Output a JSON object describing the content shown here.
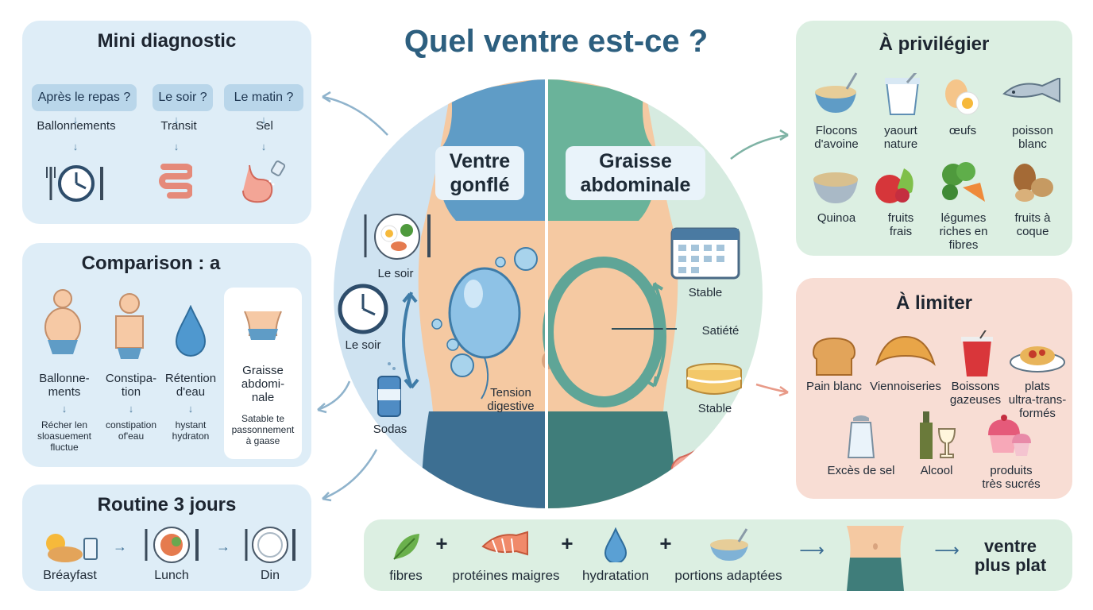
{
  "title": "Quel ventre est-ce ?",
  "diagnostic": {
    "title": "Mini diagnostic",
    "columns": [
      {
        "question": "Après le repas ?",
        "answer": "Ballonnements",
        "icon": "clock-cutlery-icon"
      },
      {
        "question": "Le soir ?",
        "answer": "Transit",
        "icon": "intestine-icon"
      },
      {
        "question": "Le matin ?",
        "answer": "Sel",
        "icon": "stomach-salt-icon"
      }
    ]
  },
  "comparison": {
    "title": "Comparison : a",
    "items": [
      {
        "label": "Ballonne-\nments",
        "detail": "Récher len\nsloasuement\nfluctue",
        "icon": "bloated-body-icon"
      },
      {
        "label": "Constipa-\ntion",
        "detail": "constipation\nof'eau",
        "icon": "constipation-body-icon"
      },
      {
        "label": "Rétention\nd'eau",
        "detail": "hystant\nhydraton",
        "icon": "water-drop-icon"
      }
    ],
    "card": {
      "label": "Graisse\nabdomi-\nnale",
      "detail": "Satable te\npassonnement\nà gaase",
      "icon": "waist-icon"
    }
  },
  "routine": {
    "title": "Routine 3 jours",
    "meals": [
      {
        "label": "Bréayfast",
        "icon": "breakfast-icon"
      },
      {
        "label": "Lunch",
        "icon": "lunch-plate-icon"
      },
      {
        "label": "Din",
        "icon": "dinner-plate-icon"
      }
    ]
  },
  "center": {
    "left_title": "Ventre\ngonflé",
    "right_title": "Graisse\nabdominale",
    "left_icons": [
      {
        "label": "Le soir",
        "icon": "meal-plate-icon"
      },
      {
        "label": "Le soir",
        "icon": "clock-icon"
      },
      {
        "label": "Sodas",
        "icon": "soda-can-icon"
      }
    ],
    "balloon_label": "Tension\ndigestive",
    "right_icons": [
      {
        "label": "Stable",
        "icon": "calendar-icon"
      },
      {
        "label": "Satiété",
        "icon": "fat-ring-icon"
      },
      {
        "label": "Stable",
        "icon": "cake-icon"
      }
    ]
  },
  "favor": {
    "title": "À privilégier",
    "items": [
      {
        "label": "Flocons\nd'avoine",
        "icon": "oat-bowl-icon"
      },
      {
        "label": "yaourt\nnature",
        "icon": "yogurt-icon"
      },
      {
        "label": "œufs",
        "icon": "egg-icon"
      },
      {
        "label": "poisson\nblanc",
        "icon": "fish-icon"
      },
      {
        "label": "Quinoa",
        "icon": "quinoa-bowl-icon"
      },
      {
        "label": "fruits\nfrais",
        "icon": "fresh-fruit-icon"
      },
      {
        "label": "légumes\nriches en\nfibres",
        "icon": "vegetables-icon"
      },
      {
        "label": "fruits à\ncoque",
        "icon": "nuts-icon"
      }
    ]
  },
  "limit": {
    "title": "À limiter",
    "items": [
      {
        "label": "Pain blanc",
        "icon": "bread-icon"
      },
      {
        "label": "Viennoiseries",
        "icon": "croissant-icon"
      },
      {
        "label": "Boissons\ngazeuses",
        "icon": "soda-cup-icon"
      },
      {
        "label": "plats\nultra-trans-\nformés",
        "icon": "pasta-plate-icon"
      },
      {
        "label": "Excès de sel",
        "icon": "salt-shaker-icon"
      },
      {
        "label": "Alcool",
        "icon": "wine-icon"
      },
      {
        "label": "produits\ntrès sucrés",
        "icon": "cupcake-icon"
      }
    ]
  },
  "formula": {
    "items": [
      {
        "label": "fibres",
        "icon": "leaf-icon"
      },
      {
        "label": "protéines maigres",
        "icon": "salmon-icon"
      },
      {
        "label": "hydratation",
        "icon": "water-drop-icon"
      },
      {
        "label": "portions adaptées",
        "icon": "bowl-icon"
      }
    ],
    "plus": "+",
    "result": "ventre\nplus plat"
  },
  "colors": {
    "blue_panel": "#deedf7",
    "green_panel": "#dcefe2",
    "pink_panel": "#f8ddd4",
    "title": "#2d5f7f"
  }
}
